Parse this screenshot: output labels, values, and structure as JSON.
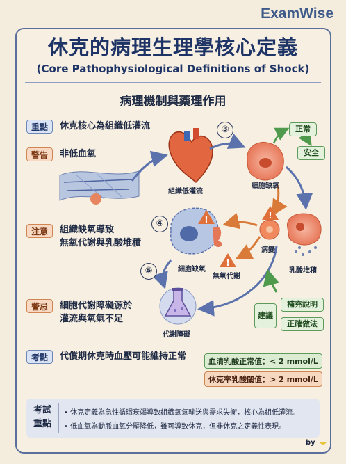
{
  "brand": "ExamWise",
  "title": "休克的病理生理學核心定義",
  "subtitle": "(Core Pathophysiological Definitions of Shock)",
  "section_title": "病理機制與藥理作用",
  "points": [
    {
      "tag": "重點",
      "text": "休克核心為組織低灌流"
    },
    {
      "tag": "警告",
      "text": "非低血氧"
    },
    {
      "tag": "注意",
      "line1": "組織缺氧導致",
      "line2": "無氧代謝與乳酸堆積"
    },
    {
      "tag": "警忌",
      "line1": "細胞代謝障礙源於",
      "line2": "灌流與氧氣不足"
    },
    {
      "tag": "考點",
      "text": "代償期休克時血壓可能維持正常"
    }
  ],
  "diagram": {
    "steps": [
      "③",
      "④",
      "⑤"
    ],
    "labels": {
      "heart": "組織低灌流",
      "cell": "細胞缺氧",
      "damaged_cell": "細胞缺氧",
      "lesion": "病變",
      "lactate": "乳酸堆積",
      "anaerobic": "無氧代謝",
      "flask": "代謝障礙"
    },
    "outcomes": [
      "正常",
      "安全"
    ],
    "advice": {
      "tag": "建議",
      "items": [
        "補充說明",
        "正確做法"
      ]
    }
  },
  "values": [
    "血清乳酸正常值：< 2 mmol/L",
    "休克率乳酸閾值：> 2 mmol/L"
  ],
  "exam": {
    "tag_line1": "考試",
    "tag_line2": "重點",
    "bullets": [
      "• 休克定義為急性循環衰竭導致組織氧氣輸送與需求失衡，核心為組低灌流。",
      "• 低血氧為動脈血氧分壓降低，雖可導致休克，但非休克之定義性表現。"
    ]
  },
  "byline": "by"
}
